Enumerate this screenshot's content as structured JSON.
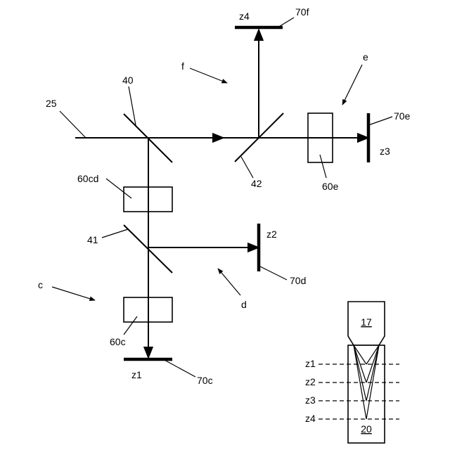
{
  "labels": {
    "input_beam": "25",
    "splitter_40": "40",
    "splitter_41": "41",
    "splitter_42": "42",
    "lens_60cd": "60cd",
    "lens_60c": "60c",
    "lens_60e": "60e",
    "detector_70c": "70c",
    "detector_70d": "70d",
    "detector_70e": "70e",
    "detector_70f": "70f",
    "plane_z1": "z1",
    "plane_z2": "z2",
    "plane_z3": "z3",
    "plane_z4": "z4",
    "path_c": "c",
    "path_d": "d",
    "path_e": "e",
    "path_f": "f",
    "objective": "17",
    "sample": "20",
    "inset_z1": "z1",
    "inset_z2": "z2",
    "inset_z3": "z3",
    "inset_z4": "z4"
  }
}
